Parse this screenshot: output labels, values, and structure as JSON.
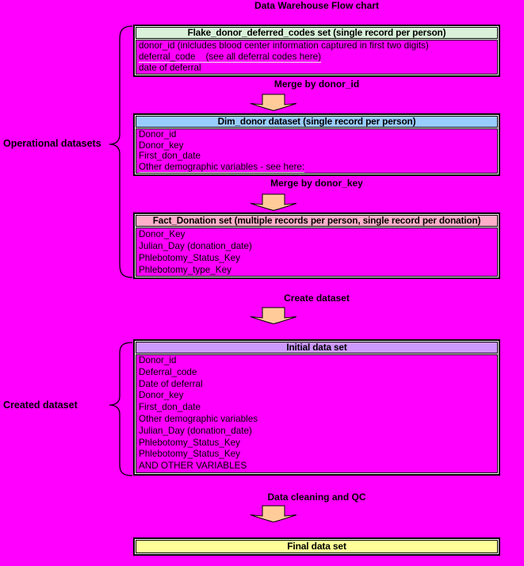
{
  "title": "Data Warehouse Flow chart",
  "colors": {
    "background": "#FF00FF",
    "box1_header": "#D9F2D9",
    "box2_header": "#99CCFF",
    "box3_header": "#FFAEC9",
    "box4_header": "#CC99FF",
    "final_header": "#FFFF99",
    "arrow_fill": "#FFCC99",
    "border": "#000000"
  },
  "group_labels": {
    "operational": "Operational datasets",
    "created": "Created dataset"
  },
  "connectors": {
    "merge_donor_id": "Merge by donor_id",
    "merge_donor_key": "Merge by donor_key",
    "create_dataset": "Create dataset",
    "data_cleaning": "Data cleaning and QC"
  },
  "boxes": [
    {
      "header": "Flake_donor_deferred_codes set (single record per person)",
      "rows": [
        "donor_id (inlcludes blood center information captured in first two digits)",
        "deferral_code    (see all deferral codes here)",
        "date of deferral"
      ]
    },
    {
      "header": "Dim_donor dataset (single record per person)",
      "rows": [
        "Donor_id",
        "Donor_key",
        "First_don_date",
        "Other demographic variables - see here:"
      ]
    },
    {
      "header": "Fact_Donation set (multiple records per person, single record per donation)",
      "rows": [
        "Donor_Key",
        "Julian_Day (donation_date)",
        "Phlebotomy_Status_Key",
        "Phlebotomy_type_Key"
      ]
    },
    {
      "header": "Initial data set",
      "rows": [
        "Donor_id",
        "Deferral_code",
        "Date of deferral",
        "Donor_key",
        "First_don_date",
        "Other demographic variables",
        "Julian_Day (donation_date)",
        "Phlebotomy_Status_Key",
        "Phlebotomy_Status_Key",
        "AND OTHER VARIABLES"
      ]
    }
  ],
  "final_box": {
    "header": "Final data set"
  }
}
